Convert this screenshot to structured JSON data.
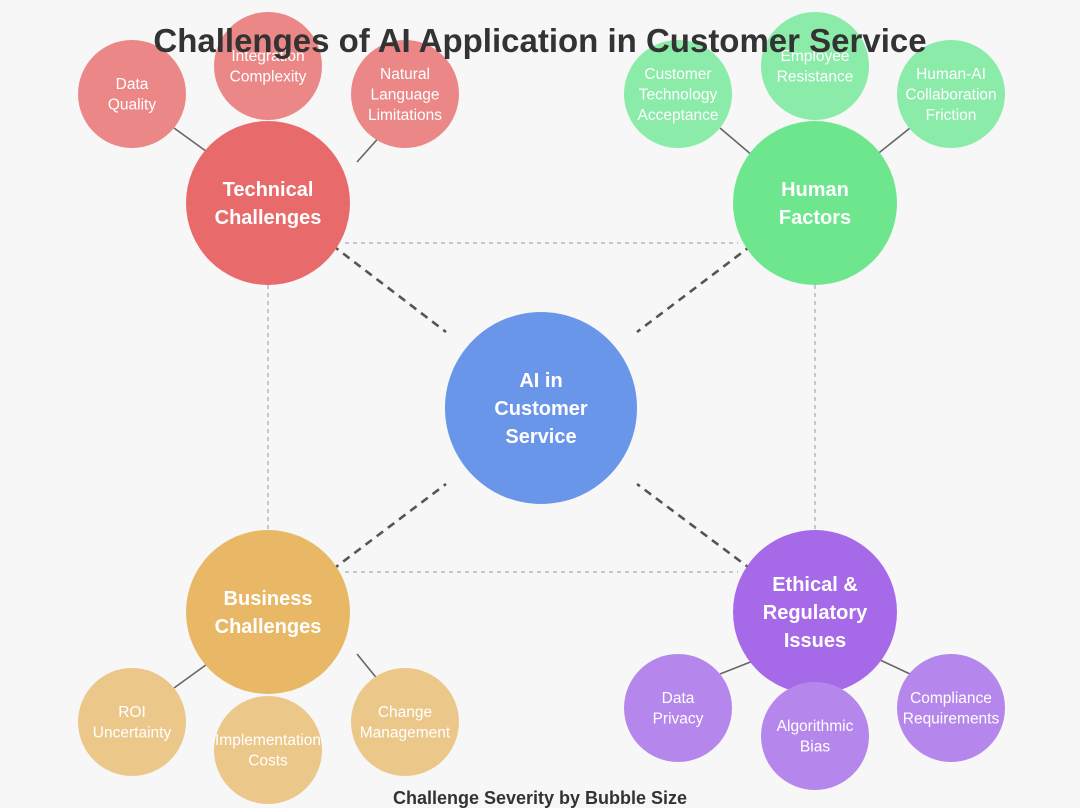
{
  "title": "Challenges of AI Application in Customer Service",
  "footer": "Challenge Severity by Bubble Size",
  "hub": {
    "label_lines": [
      "AI in",
      "Customer",
      "Service"
    ],
    "color": "#6a96ea"
  },
  "categories": [
    {
      "id": "technical",
      "label_lines": [
        "Technical",
        "Challenges"
      ],
      "color": "#e86a6a",
      "sub_color": "#ec8787",
      "items": [
        {
          "id": "data-quality",
          "label_lines": [
            "Data",
            "Quality"
          ]
        },
        {
          "id": "integration-complexity",
          "label_lines": [
            "Integration",
            "Complexity"
          ]
        },
        {
          "id": "natural-language-limitations",
          "label_lines": [
            "Natural",
            "Language",
            "Limitations"
          ]
        }
      ]
    },
    {
      "id": "human",
      "label_lines": [
        "Human",
        "Factors"
      ],
      "color": "#6ee68e",
      "sub_color": "#8aeca8",
      "items": [
        {
          "id": "customer-technology-acceptance",
          "label_lines": [
            "Customer",
            "Technology",
            "Acceptance"
          ]
        },
        {
          "id": "employee-resistance",
          "label_lines": [
            "Employee",
            "Resistance"
          ]
        },
        {
          "id": "human-ai-collaboration-friction",
          "label_lines": [
            "Human-AI",
            "Collaboration",
            "Friction"
          ]
        }
      ]
    },
    {
      "id": "business",
      "label_lines": [
        "Business",
        "Challenges"
      ],
      "color": "#e8b866",
      "sub_color": "#ecc78a",
      "items": [
        {
          "id": "roi-uncertainty",
          "label_lines": [
            "ROI",
            "Uncertainty"
          ]
        },
        {
          "id": "implementation-costs",
          "label_lines": [
            "Implementation",
            "Costs"
          ]
        },
        {
          "id": "change-management",
          "label_lines": [
            "Change",
            "Management"
          ]
        }
      ]
    },
    {
      "id": "ethical",
      "label_lines": [
        "Ethical &",
        "Regulatory",
        "Issues"
      ],
      "color": "#a66ae8",
      "sub_color": "#b587ec",
      "items": [
        {
          "id": "data-privacy",
          "label_lines": [
            "Data",
            "Privacy"
          ]
        },
        {
          "id": "algorithmic-bias",
          "label_lines": [
            "Algorithmic",
            "Bias"
          ]
        },
        {
          "id": "compliance-requirements",
          "label_lines": [
            "Compliance",
            "Requirements"
          ]
        }
      ]
    }
  ]
}
